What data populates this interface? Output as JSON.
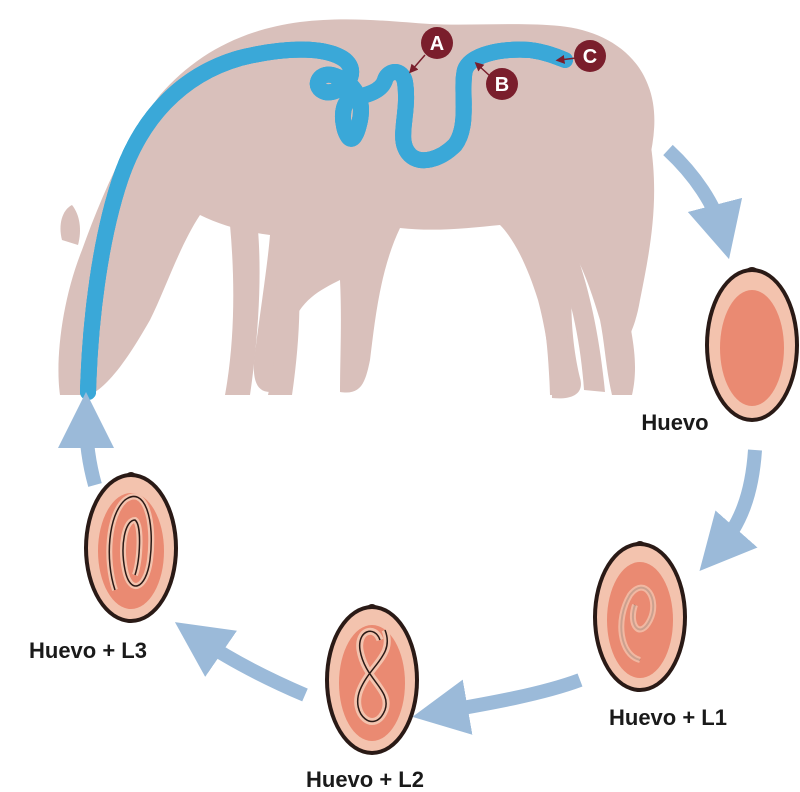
{
  "colors": {
    "horse": "#d9c0bb",
    "intestine_outline": "#3aa8d8",
    "intestine_path": "#d8283a",
    "marker": "#7a1e2c",
    "arrow": "#9bbad9",
    "egg_shell": "#2a1a16",
    "egg_outer": "#f3c3ae",
    "egg_inner": "#ea8a72"
  },
  "markers": {
    "a": "A",
    "b": "B",
    "c": "C"
  },
  "stages": {
    "egg": "Huevo",
    "egg_l1": "Huevo + L1",
    "egg_l2": "Huevo + L2",
    "egg_l3": "Huevo + L3"
  }
}
